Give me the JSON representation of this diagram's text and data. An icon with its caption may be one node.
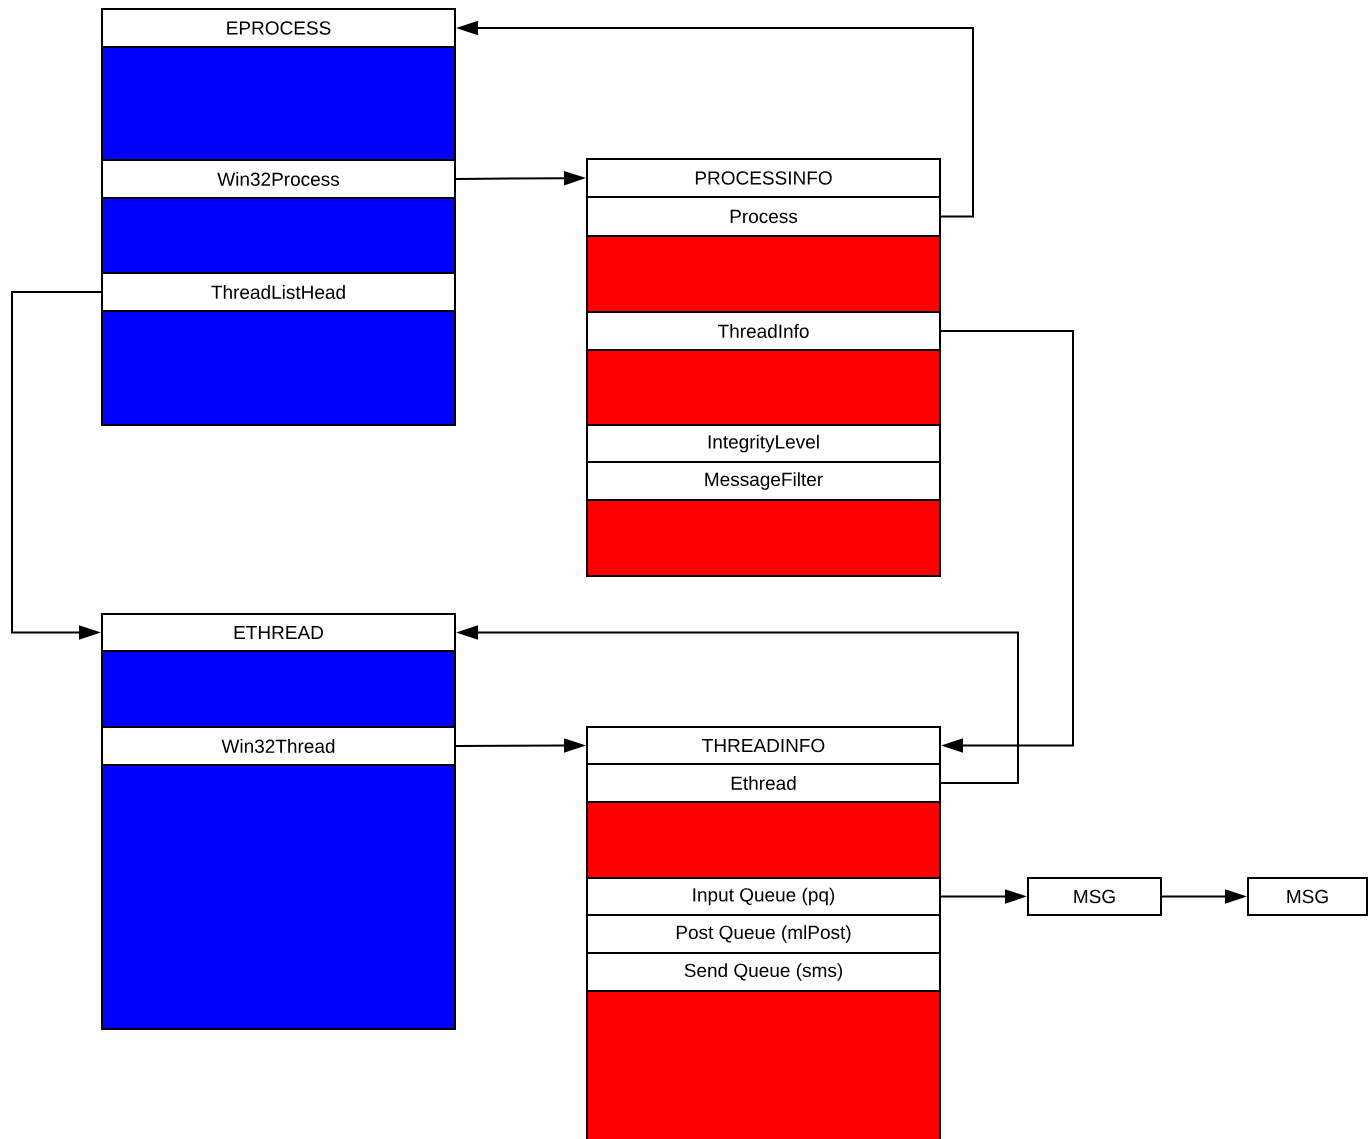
{
  "diagram": {
    "nodes": [
      {
        "text": [
          "EPROCESS"
        ]
      },
      {
        "text": [],
        "shape": "box"
      },
      {
        "text": [
          "Win32Process"
        ]
      },
      {
        "text": [],
        "shape": "box"
      },
      {
        "text": [
          "ThreadListHead"
        ]
      },
      {
        "text": [],
        "shape": "box"
      },
      {
        "text": [
          "PROCESSINFO"
        ]
      },
      {
        "text": [
          "Process"
        ]
      },
      {
        "text": [],
        "shape": "box"
      },
      {
        "text": [
          "ThreadInfo"
        ]
      },
      {
        "text": [],
        "shape": "box"
      },
      {
        "text": [
          "IntegrityLevel"
        ]
      },
      {
        "text": [
          "MessageFilter"
        ]
      },
      {
        "text": [],
        "shape": "box"
      },
      {
        "text": [
          "ETHREAD"
        ]
      },
      {
        "text": [],
        "shape": "box"
      },
      {
        "text": [
          "Win32Thread"
        ]
      },
      {
        "text": [],
        "shape": "box"
      },
      {
        "text": [
          "THREADINFO"
        ]
      },
      {
        "text": [
          "Ethread"
        ]
      },
      {
        "text": [],
        "shape": "box"
      },
      {
        "text": [
          "Input Queue (pq)"
        ]
      },
      {
        "text": [
          "Post Queue (mlPost)"
        ]
      },
      {
        "text": [
          "Send Queue (sms)"
        ]
      },
      {
        "text": [],
        "shape": "box"
      },
      {
        "text": [
          "MSG"
        ]
      },
      {
        "text": [
          "MSG"
        ]
      }
    ],
    "edges": [
      {
        "from": 2,
        "to": 6,
        "arrow": "to"
      },
      {
        "from": 7,
        "to": 0,
        "arrow": "to"
      },
      {
        "from": 4,
        "to": 14,
        "arrow": "to"
      },
      {
        "from": 9,
        "to": 18,
        "arrow": "to"
      },
      {
        "from": 16,
        "to": 18,
        "arrow": "to"
      },
      {
        "from": 19,
        "to": 14,
        "arrow": "to"
      },
      {
        "from": 21,
        "to": 25,
        "arrow": "to"
      },
      {
        "from": 25,
        "to": 26,
        "arrow": "to"
      }
    ]
  }
}
